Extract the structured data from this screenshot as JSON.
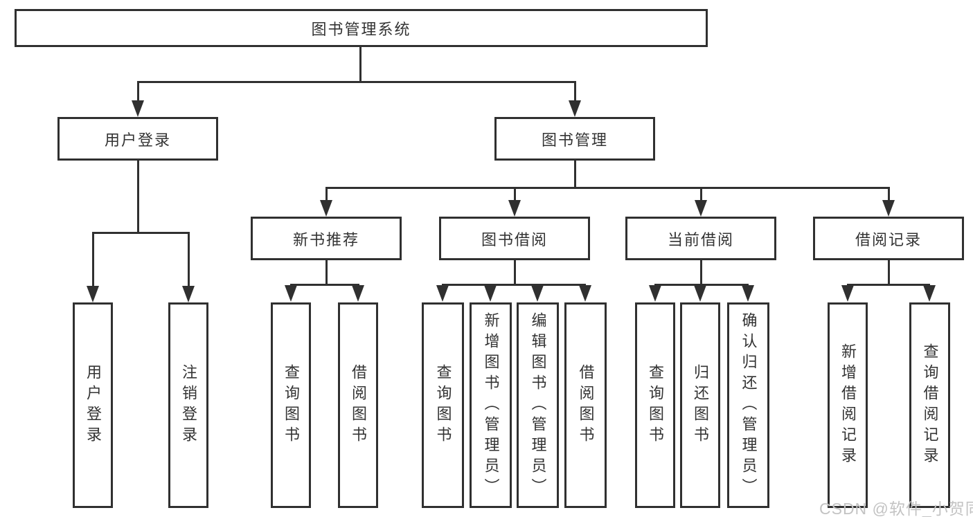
{
  "diagram": {
    "root": {
      "label": "图书管理系统",
      "children": [
        {
          "label": "用户登录",
          "children": [
            {
              "label": "用户登录"
            },
            {
              "label": "注销登录"
            }
          ]
        },
        {
          "label": "图书管理",
          "children": [
            {
              "label": "新书推荐",
              "children": [
                {
                  "label": "查询图书"
                },
                {
                  "label": "借阅图书"
                }
              ]
            },
            {
              "label": "图书借阅",
              "children": [
                {
                  "label": "查询图书"
                },
                {
                  "label": "新增图书（管理员）"
                },
                {
                  "label": "编辑图书（管理员）"
                },
                {
                  "label": "借阅图书"
                }
              ]
            },
            {
              "label": "当前借阅",
              "children": [
                {
                  "label": "查询图书"
                },
                {
                  "label": "归还图书"
                },
                {
                  "label": "确认归还（管理员）"
                }
              ]
            },
            {
              "label": "借阅记录",
              "children": [
                {
                  "label": "新增借阅记录"
                },
                {
                  "label": "查询借阅记录"
                }
              ]
            }
          ]
        }
      ]
    },
    "watermark": "CSDN @软件_小贺同学",
    "colors": {
      "line": "#303030",
      "text": "#333333",
      "background": "#ffffff",
      "watermark": "#c3c3c3"
    }
  }
}
